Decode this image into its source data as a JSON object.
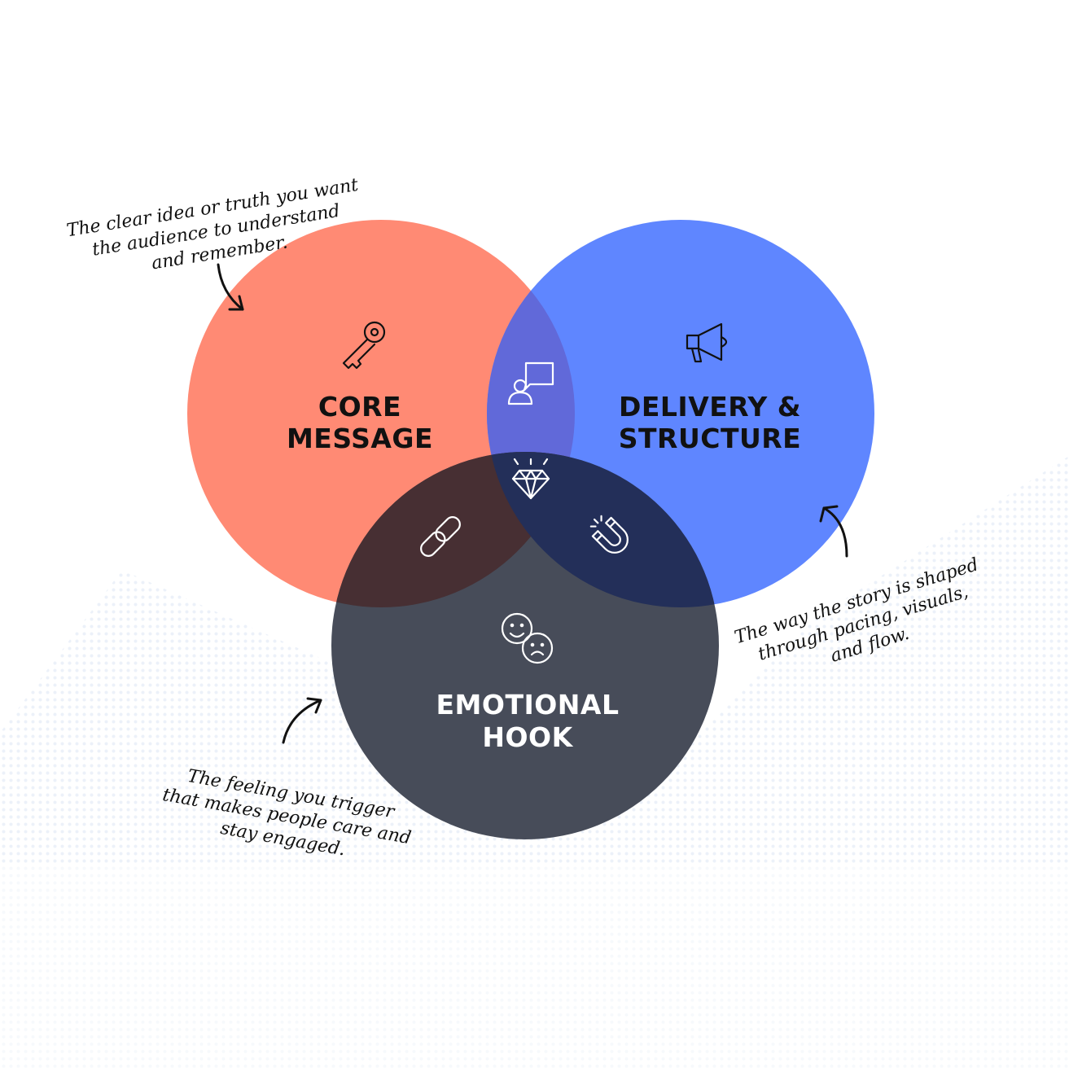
{
  "colors": {
    "core": "#ff8a74",
    "delivery": "#5f86ff",
    "emotional": "#474c59",
    "overlap_core_delivery": "#6169d9",
    "overlap_core_emotional": "#472f33",
    "overlap_delivery_emotional": "#232f59",
    "dark_text": "#111111",
    "light_text": "#ffffff",
    "dots": "#dde6f4"
  },
  "circles": {
    "core": {
      "title_line1": "CORE",
      "title_line2": "MESSAGE",
      "icon": "key-icon"
    },
    "delivery": {
      "title_line1": "DELIVERY &",
      "title_line2": "STRUCTURE",
      "icon": "megaphone-icon"
    },
    "emotional": {
      "title_line1": "EMOTIONAL",
      "title_line2": "HOOK",
      "icon": "happy-sad-faces-icon"
    }
  },
  "overlap_icons": {
    "core_delivery": "presenter-speech-bubble-icon",
    "core_emotional": "chain-link-icon",
    "delivery_emotional": "magnet-icon",
    "center": "diamond-icon"
  },
  "notes": {
    "core": {
      "line1": "The clear idea or truth you want",
      "line2": "the audience to understand",
      "line3": "and remember."
    },
    "delivery": {
      "line1": "The way the story is shaped",
      "line2": "through pacing, visuals,",
      "line3": "and flow."
    },
    "emotional": {
      "line1": "The feeling you trigger",
      "line2": "that makes people care and",
      "line3": "stay engaged."
    }
  }
}
